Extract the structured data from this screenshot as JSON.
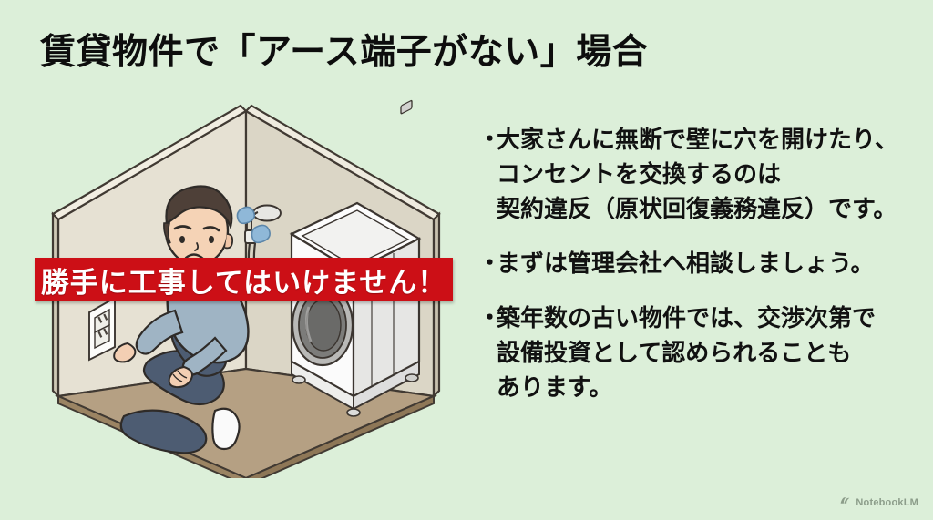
{
  "slide": {
    "background_color": "#dcefd9",
    "title": "賃貸物件で「アース端子がない」場合"
  },
  "banner": {
    "text": "勝手に工事してはいけません！",
    "background_color": "#cc0f16",
    "text_color": "#ffffff"
  },
  "bullets": [
    {
      "marker": "・",
      "lines": [
        "大家さんに無断で壁に穴を開けたり、",
        "コンセントを交換するのは",
        "契約違反（原状回復義務違反）です。"
      ]
    },
    {
      "marker": "・",
      "lines": [
        "まずは管理会社へ相談しましょう。"
      ]
    },
    {
      "marker": "・",
      "lines": [
        "築年数の古い物件では、交渉次第で",
        "設備投資として認められることも",
        "あります。"
      ]
    }
  ],
  "illustration": {
    "name": "isometric-laundry-room-illustration",
    "description": "等角投影の洗濯機置き場。壁のコンセントの前にしゃがみ込み困った表情の男性と、ドラム式洗濯機、壁の水栓。",
    "colors": {
      "wall_left": "#e4dfd0",
      "wall_right": "#dcd7c8",
      "wall_edge": "#c9c2ae",
      "floor": "#b39d7f",
      "floor_edge": "#9a8364",
      "outline": "#3b3530",
      "washer_body": "#fbfbfb",
      "washer_shade": "#e3e3e3",
      "washer_drum": "#6e6e6e",
      "person_top": "#9fb4c4",
      "person_pants": "#4d5c72",
      "person_skin": "#f3cfb3",
      "person_hair": "#4e4038",
      "sock": "#f7f7f7",
      "sweat": "#7fa8c9"
    },
    "parts": [
      "left-wall",
      "right-wall",
      "floor",
      "wall-outlet",
      "water-faucet",
      "drum-washing-machine",
      "kneeling-man",
      "sweat-drops"
    ]
  },
  "watermark": {
    "label": "NotebookLM",
    "icon": "notebooklm-icon"
  }
}
